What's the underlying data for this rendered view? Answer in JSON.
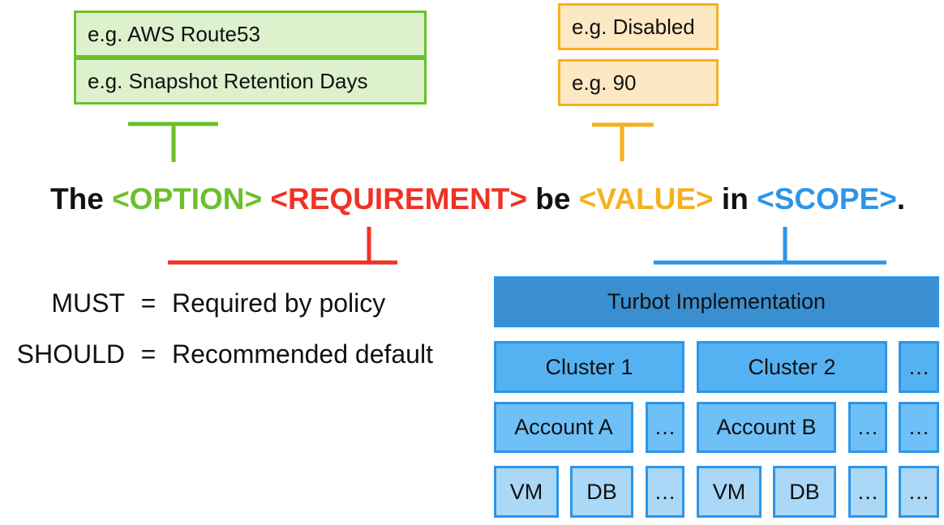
{
  "option_examples": [
    "e.g. AWS Route53",
    "e.g. Snapshot Retention Days"
  ],
  "value_examples": [
    "e.g. Disabled",
    "e.g. 90"
  ],
  "sentence": {
    "prefix": "The ",
    "option": "<OPTION>",
    "requirement": "<REQUIREMENT>",
    "middle": " be ",
    "value": "<VALUE>",
    "in_word": " in ",
    "scope": "<SCOPE>",
    "suffix": "."
  },
  "requirement_levels": [
    {
      "keyword": "MUST",
      "equals": "=",
      "meaning": "Required by policy"
    },
    {
      "keyword": "SHOULD",
      "equals": "=",
      "meaning": "Recommended default"
    }
  ],
  "scope_hierarchy": {
    "top": "Turbot Implementation",
    "clusters": [
      "Cluster 1",
      "Cluster 2",
      "…"
    ],
    "accounts": [
      "Account A",
      "…",
      "Account B",
      "…",
      "…"
    ],
    "resources": [
      "VM",
      "DB",
      "…",
      "VM",
      "DB",
      "…",
      "…"
    ]
  },
  "colors": {
    "option": "#6cc02a",
    "requirement": "#f03224",
    "value": "#f6b11e",
    "scope": "#2d95e8"
  }
}
